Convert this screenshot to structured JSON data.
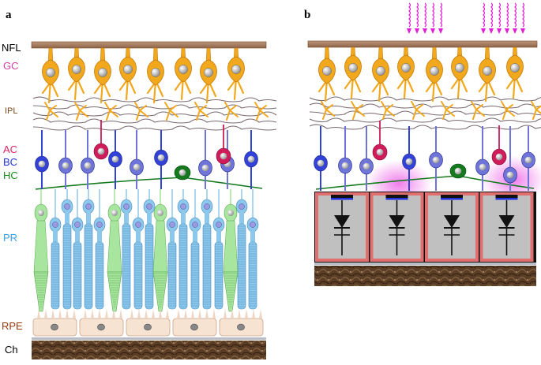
{
  "panels": [
    {
      "letter": "a"
    },
    {
      "letter": "b"
    }
  ],
  "layers": [
    {
      "label": "NFL",
      "color": "#000000"
    },
    {
      "label": "GC",
      "color": "#d63ea0"
    },
    {
      "label": "IPL",
      "color": "#7a4a1e"
    },
    {
      "label": "AC",
      "color": "#e0245e"
    },
    {
      "label": "BC",
      "color": "#2233dd"
    },
    {
      "label": "HC",
      "color": "#1a8a1a"
    },
    {
      "label": "PR",
      "color": "#3aa0e8"
    },
    {
      "label": "RPE",
      "color": "#9a3a10"
    },
    {
      "label": "Ch",
      "color": "#000000"
    }
  ],
  "colors": {
    "nfl": "#a47a58",
    "ganglion": "#f2a81c",
    "ganglion_edge": "#c57c08",
    "ipl_fiber": "#7a6a72",
    "amacrine": "#d01c5a",
    "bipolar": "#3342d6",
    "bipolar_light": "#6f74d8",
    "horizontal": "#157a1e",
    "rod": "#8cc8ec",
    "cone": "#a8e6a0",
    "rpe": "#f7e3d2",
    "choroid": "#5a3d24",
    "implant_fill": "#c0c0c0",
    "implant_edge": "#e07070",
    "light_rays": "#e31ad8",
    "stimulation_glow": "#ee66e8"
  },
  "icons": {
    "light": "light-rays-icon",
    "diode": "photodiode-icon"
  }
}
